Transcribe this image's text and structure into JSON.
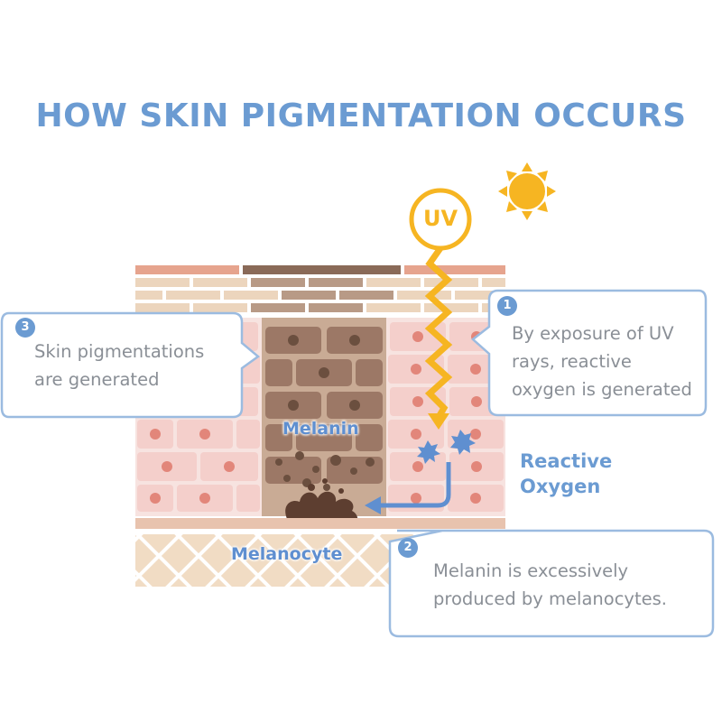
{
  "title": "HOW SKIN PIGMENTATION OCCURS",
  "uv_label": "UV",
  "labels": {
    "melanin": "Melanin",
    "melanocyte": "Melanocyte",
    "reactive_oxygen_line1": "Reactive",
    "reactive_oxygen_line2": "Oxygen"
  },
  "callouts": [
    {
      "number": "1",
      "lines": [
        "By exposure of UV",
        "rays, reactive",
        "oxygen is generated"
      ]
    },
    {
      "number": "2",
      "lines": [
        "Melanin is excessively",
        "produced by melanocytes."
      ]
    },
    {
      "number": "3",
      "lines": [
        "Skin pigmentations",
        "are generated"
      ]
    }
  ],
  "colors": {
    "accent_blue": "#6b9bd2",
    "uv_yellow": "#f6b522",
    "skin_pink": "#f4d4d0",
    "cell_nucleus": "#e2867a",
    "melanin_brown": "#6b4f3f",
    "dermis_tan": "#f1dcc4",
    "callout_text": "#8a8f96"
  }
}
